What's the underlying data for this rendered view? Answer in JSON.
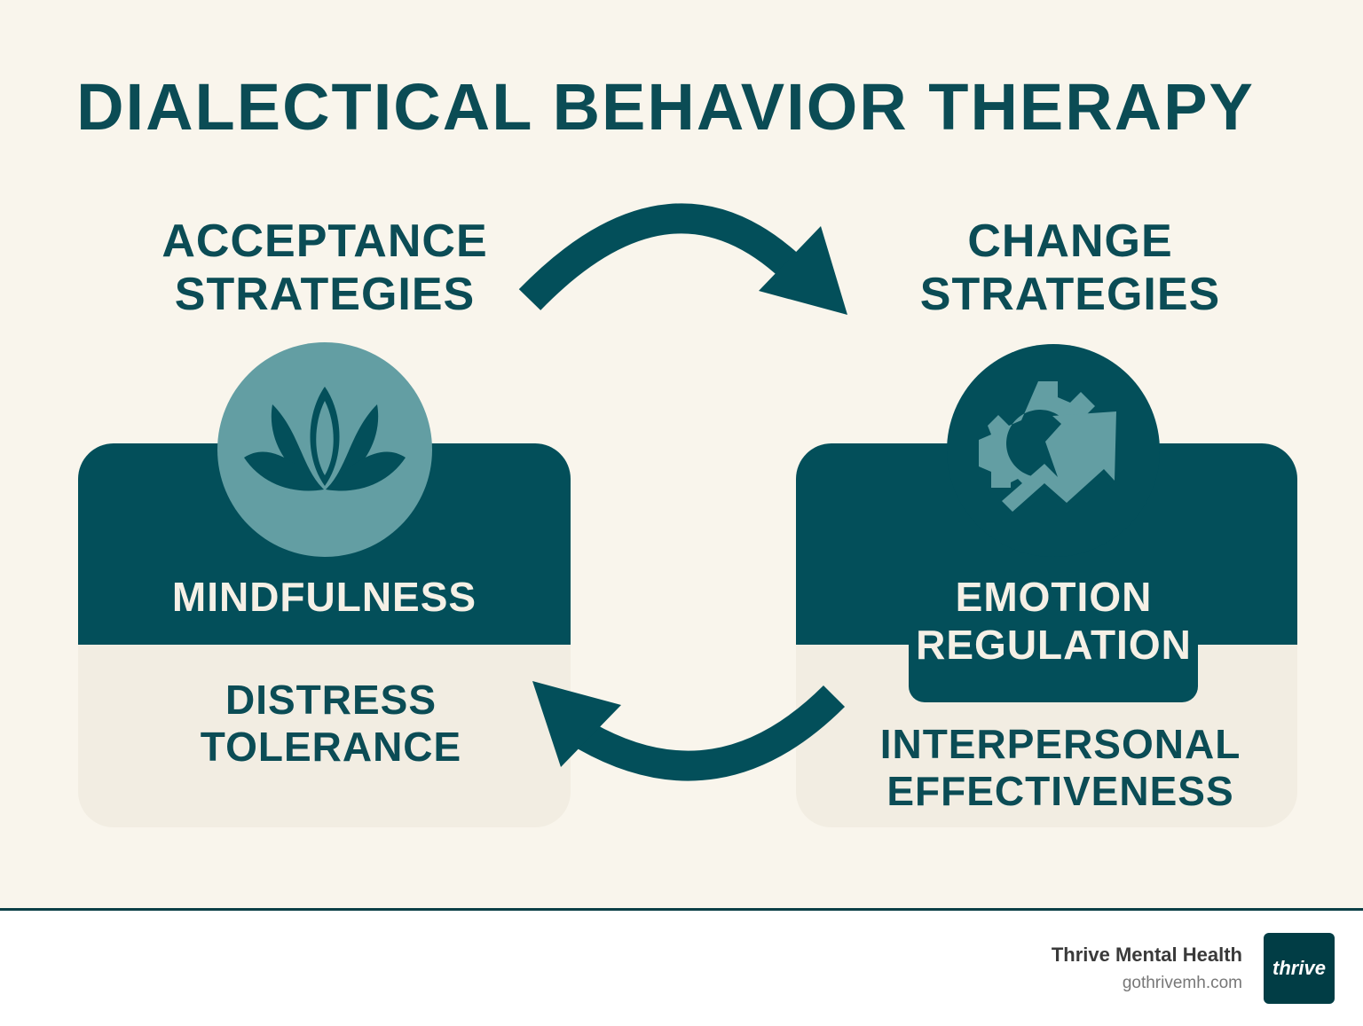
{
  "title": "DIALECTICAL BEHAVIOR THERAPY",
  "acceptance": {
    "line1": "ACCEPTANCE",
    "line2": "STRATEGIES"
  },
  "change": {
    "line1": "CHANGE",
    "line2": "STRATEGIES"
  },
  "left_card": {
    "top_label": "MINDFULNESS",
    "bottom_line1": "DISTRESS",
    "bottom_line2": "TOLERANCE",
    "icon": "lotus-icon"
  },
  "right_card": {
    "top_line1": "EMOTION",
    "top_line2": "REGULATION",
    "bottom_line1": "INTERPERSONAL",
    "bottom_line2": "EFFECTIVENESS",
    "icon": "gear-growth-arrow-icon"
  },
  "footer": {
    "brand": "Thrive Mental Health",
    "url": "gothrivemh.com",
    "logo_text": "thrive"
  },
  "colors": {
    "background": "#f9f5ec",
    "dark_teal": "#034f5a",
    "light_teal": "#639ea3",
    "panel": "#f2ede2"
  }
}
